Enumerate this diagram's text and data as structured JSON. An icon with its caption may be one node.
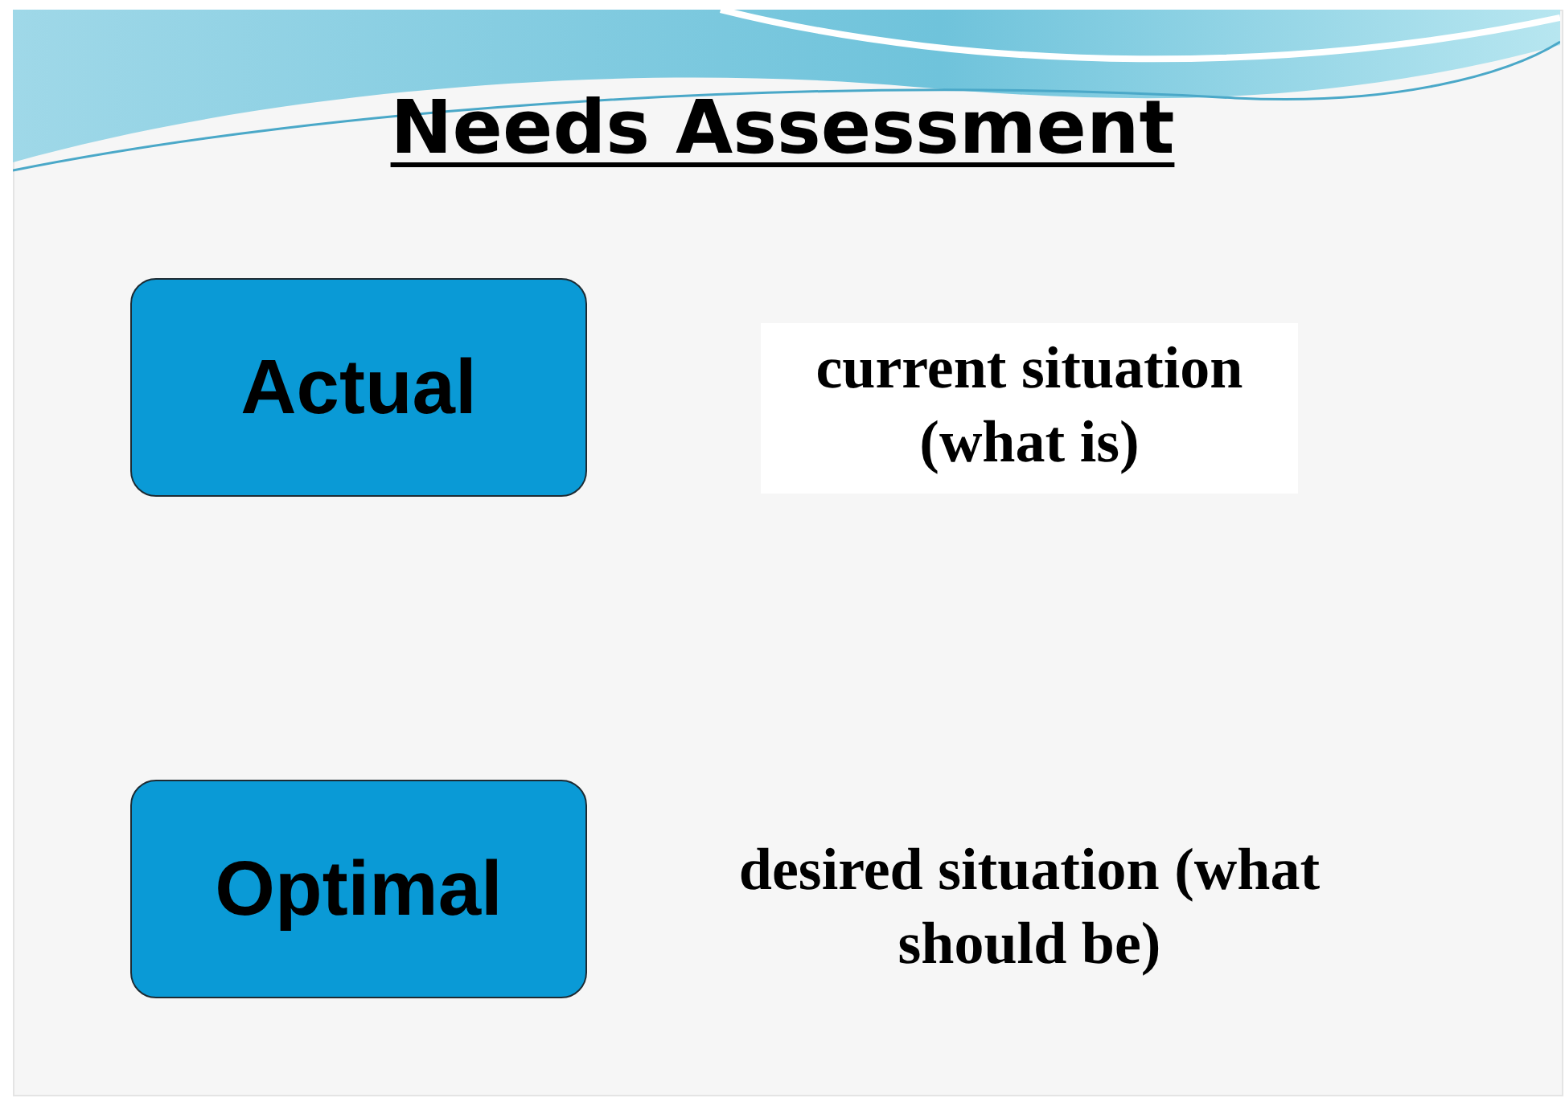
{
  "diagram": {
    "title": "Needs Assessment",
    "nodes": [
      {
        "text": [
          "Actual"
        ],
        "beside": [
          "current situation (what is)"
        ]
      },
      {
        "text": [
          "Optimal"
        ],
        "beside": [
          "desired situation (what should be)"
        ]
      }
    ]
  }
}
